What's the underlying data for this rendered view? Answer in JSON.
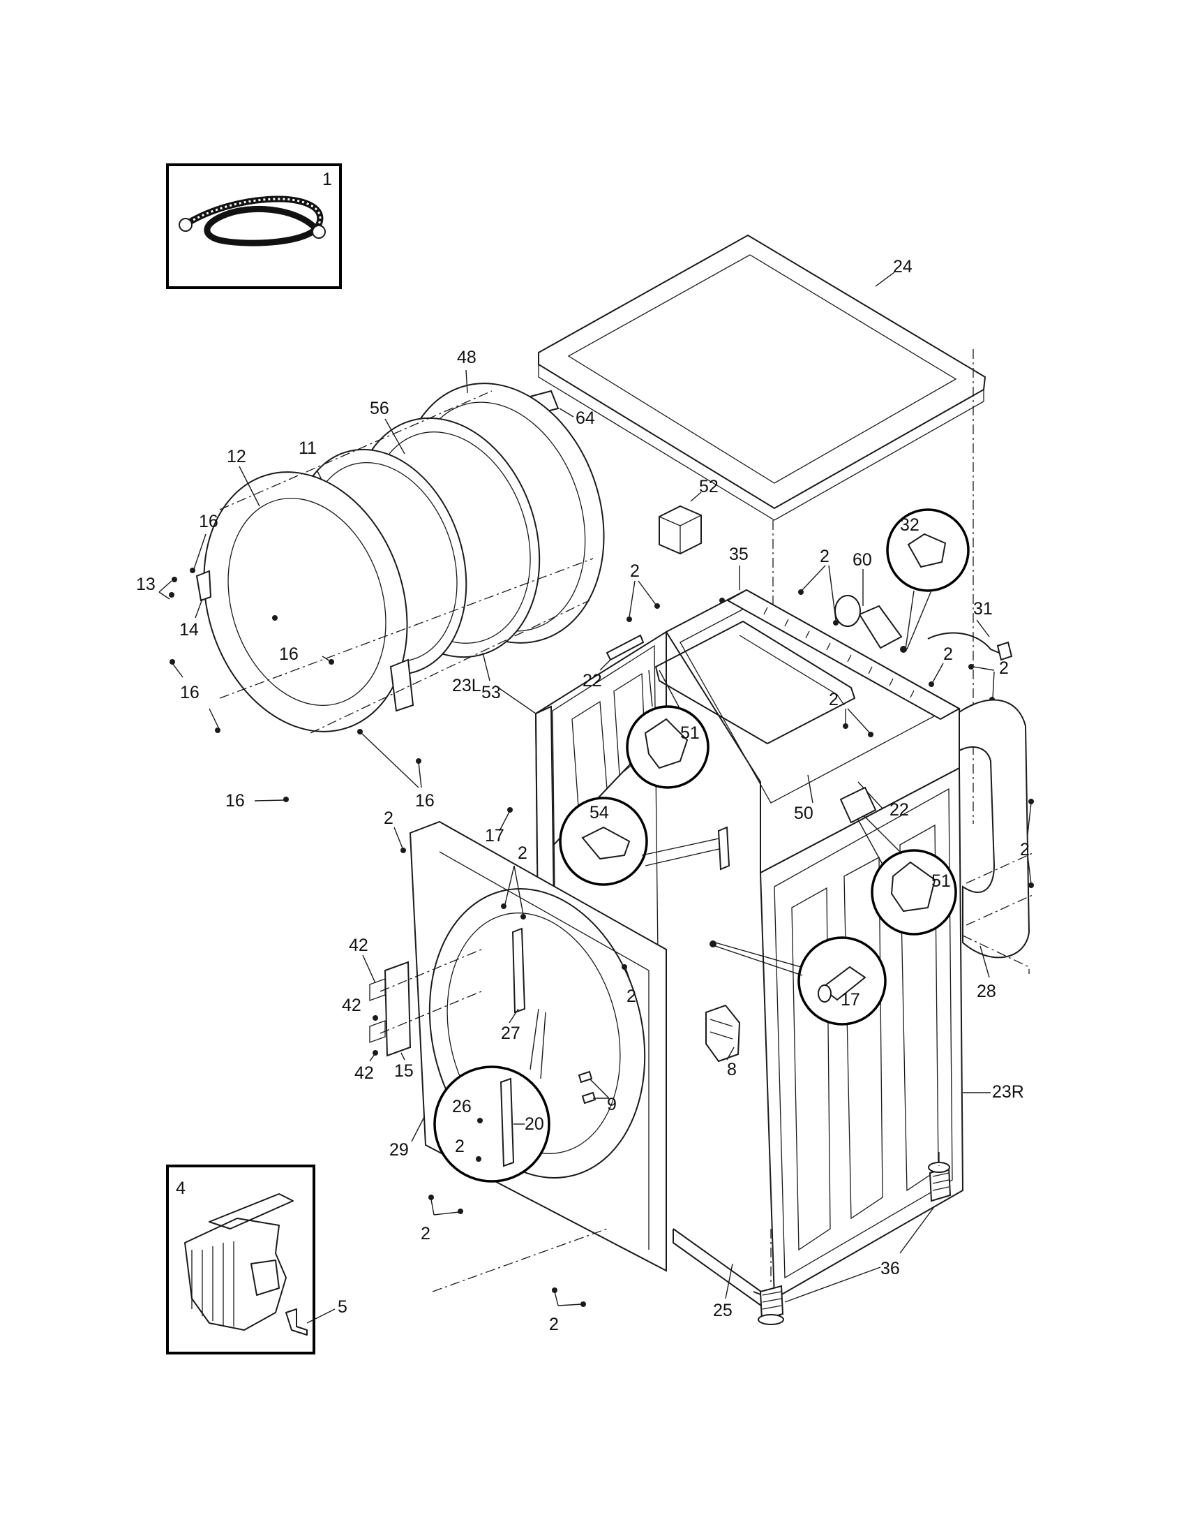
{
  "labels": {
    "hose": "1",
    "dispenser": "4",
    "bracket": "5",
    "screw": "2",
    "sensor": "8",
    "foot_inner": "9",
    "seal_outer": "11",
    "door": "12",
    "hinge_screws": "13",
    "latch": "14",
    "hinge": "15",
    "door_screw": "16",
    "plug": "17",
    "strike": "20",
    "hinge_arm": "22",
    "panel_left": "23L",
    "panel_right": "23R",
    "top_cover": "24",
    "base": "25",
    "small_screw": "26",
    "strip": "27",
    "rear_panel": "28",
    "front_panel": "29",
    "power_cord": "31",
    "cord_clip": "32",
    "rail": "35",
    "leveling_leg": "36",
    "hinge_screw_42": "42",
    "gasket": "48",
    "crossbar": "50",
    "spring_hook": "51",
    "box_part": "52",
    "ring": "53",
    "clip": "54",
    "boot": "56",
    "board": "60",
    "cap": "64"
  }
}
